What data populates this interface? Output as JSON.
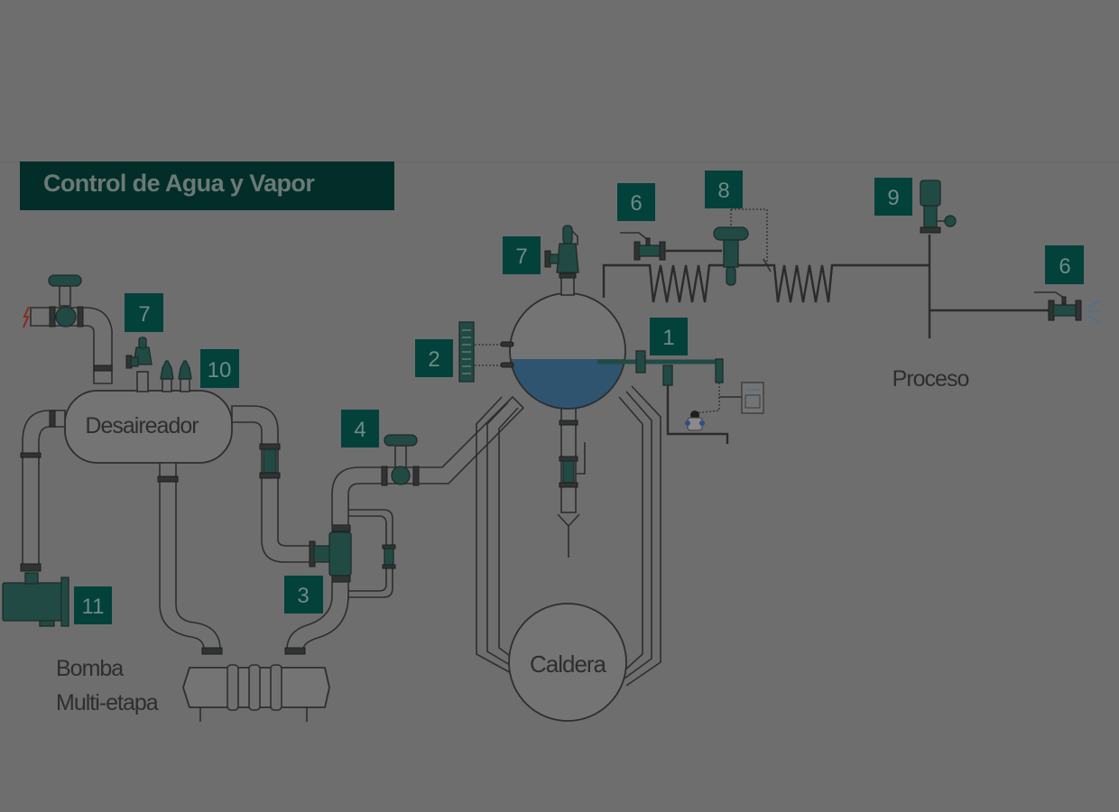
{
  "title": "Control de Agua y Vapor",
  "labels": {
    "deaerator": "Desaireador",
    "boiler": "Caldera",
    "pump_line1": "Bomba",
    "pump_line2": "Multi-etapa",
    "process": "Proceso"
  },
  "callouts": [
    {
      "id": "c1",
      "number": "1",
      "component": "level-control-valve"
    },
    {
      "id": "c2",
      "number": "2",
      "component": "level-gauge"
    },
    {
      "id": "c3",
      "number": "3",
      "component": "recirculation-valve"
    },
    {
      "id": "c4",
      "number": "4",
      "component": "feedwater-control-valve"
    },
    {
      "id": "c6a",
      "number": "6",
      "component": "ball-valve"
    },
    {
      "id": "c6b",
      "number": "6",
      "component": "ball-valve-outlet"
    },
    {
      "id": "c7a",
      "number": "7",
      "component": "deaerator-safety-valve"
    },
    {
      "id": "c7b",
      "number": "7",
      "component": "drum-safety-valve"
    },
    {
      "id": "c8",
      "number": "8",
      "component": "pressure-reducing-valve"
    },
    {
      "id": "c9",
      "number": "9",
      "component": "pressure-transmitter"
    },
    {
      "id": "c10",
      "number": "10",
      "component": "air-vent-valves"
    },
    {
      "id": "c11",
      "number": "11",
      "component": "feed-pump"
    }
  ],
  "colors": {
    "background": "#6e6e6e",
    "banner": "#032d29",
    "callout_box": "#03413b",
    "valve_green": "#214a44",
    "water_blue": "#2f5470",
    "heat_red": "#8a2a1a",
    "spray_blue": "#4a7090"
  }
}
